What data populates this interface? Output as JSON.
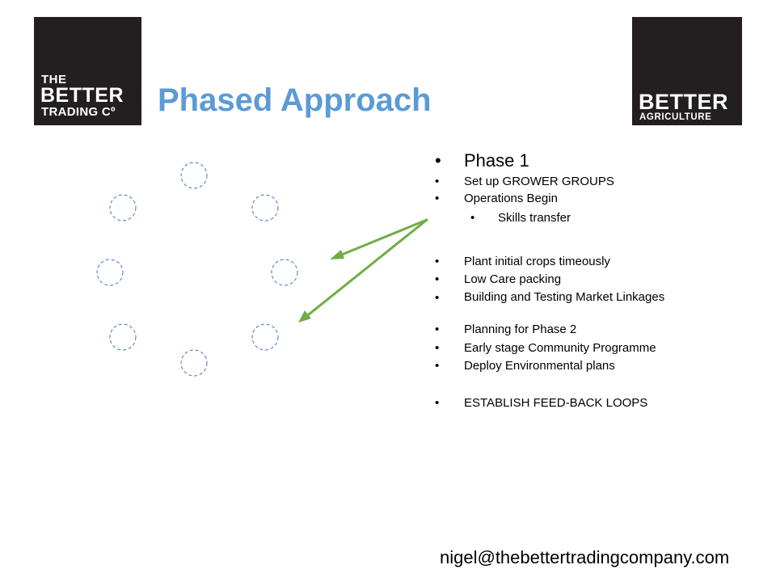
{
  "logos": {
    "left": {
      "line1": "THE",
      "line2": "BETTER",
      "line3": "TRADING Cº"
    },
    "right": {
      "line1": "BETTER",
      "line2": "AGRICULTURE"
    }
  },
  "title": "Phased Approach",
  "bullets": {
    "heading": "Phase 1",
    "items": [
      "Set up GROWER GROUPS",
      "Operations Begin",
      "Skills transfer",
      "Plant initial crops timeously",
      "Low Care packing",
      "Building and Testing Market Linkages",
      "Planning for Phase 2",
      "Early stage Community Programme",
      "Deploy Environmental plans",
      "ESTABLISH FEED-BACK LOOPS"
    ]
  },
  "footer": {
    "email": "nigel@thebettertradingcompany.com"
  },
  "colors": {
    "title": "#5b9bd5",
    "arrow": "#70ad47",
    "circle_stroke": "#4472c4",
    "logo_bg": "#231f20"
  }
}
